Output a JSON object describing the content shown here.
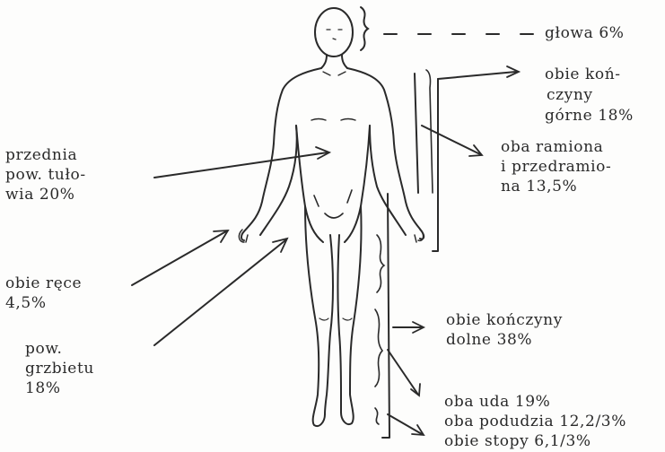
{
  "labels": {
    "head": "głowa 6%",
    "upper_limbs": [
      "obie koń-",
      "czyny",
      "górne 18%"
    ],
    "front_trunk": [
      "przednia",
      "pow. tuło-",
      "wia 20%"
    ],
    "arms": [
      "oba ramiona",
      "i przedramio-",
      "na 13,5%"
    ],
    "hands": [
      "obie ręce",
      "4,5%"
    ],
    "back": [
      "pow.",
      "grzbietu",
      "18%"
    ],
    "lower_limbs": [
      "obie kończyny",
      "dolne 38%"
    ],
    "thighs": "oba uda 19%",
    "shins": "oba podudzia 12,2/3%",
    "feet": "obie stopy 6,1/3%"
  },
  "colors": {
    "ink": "#2a2a2a",
    "paper": "#fdfdfc"
  }
}
